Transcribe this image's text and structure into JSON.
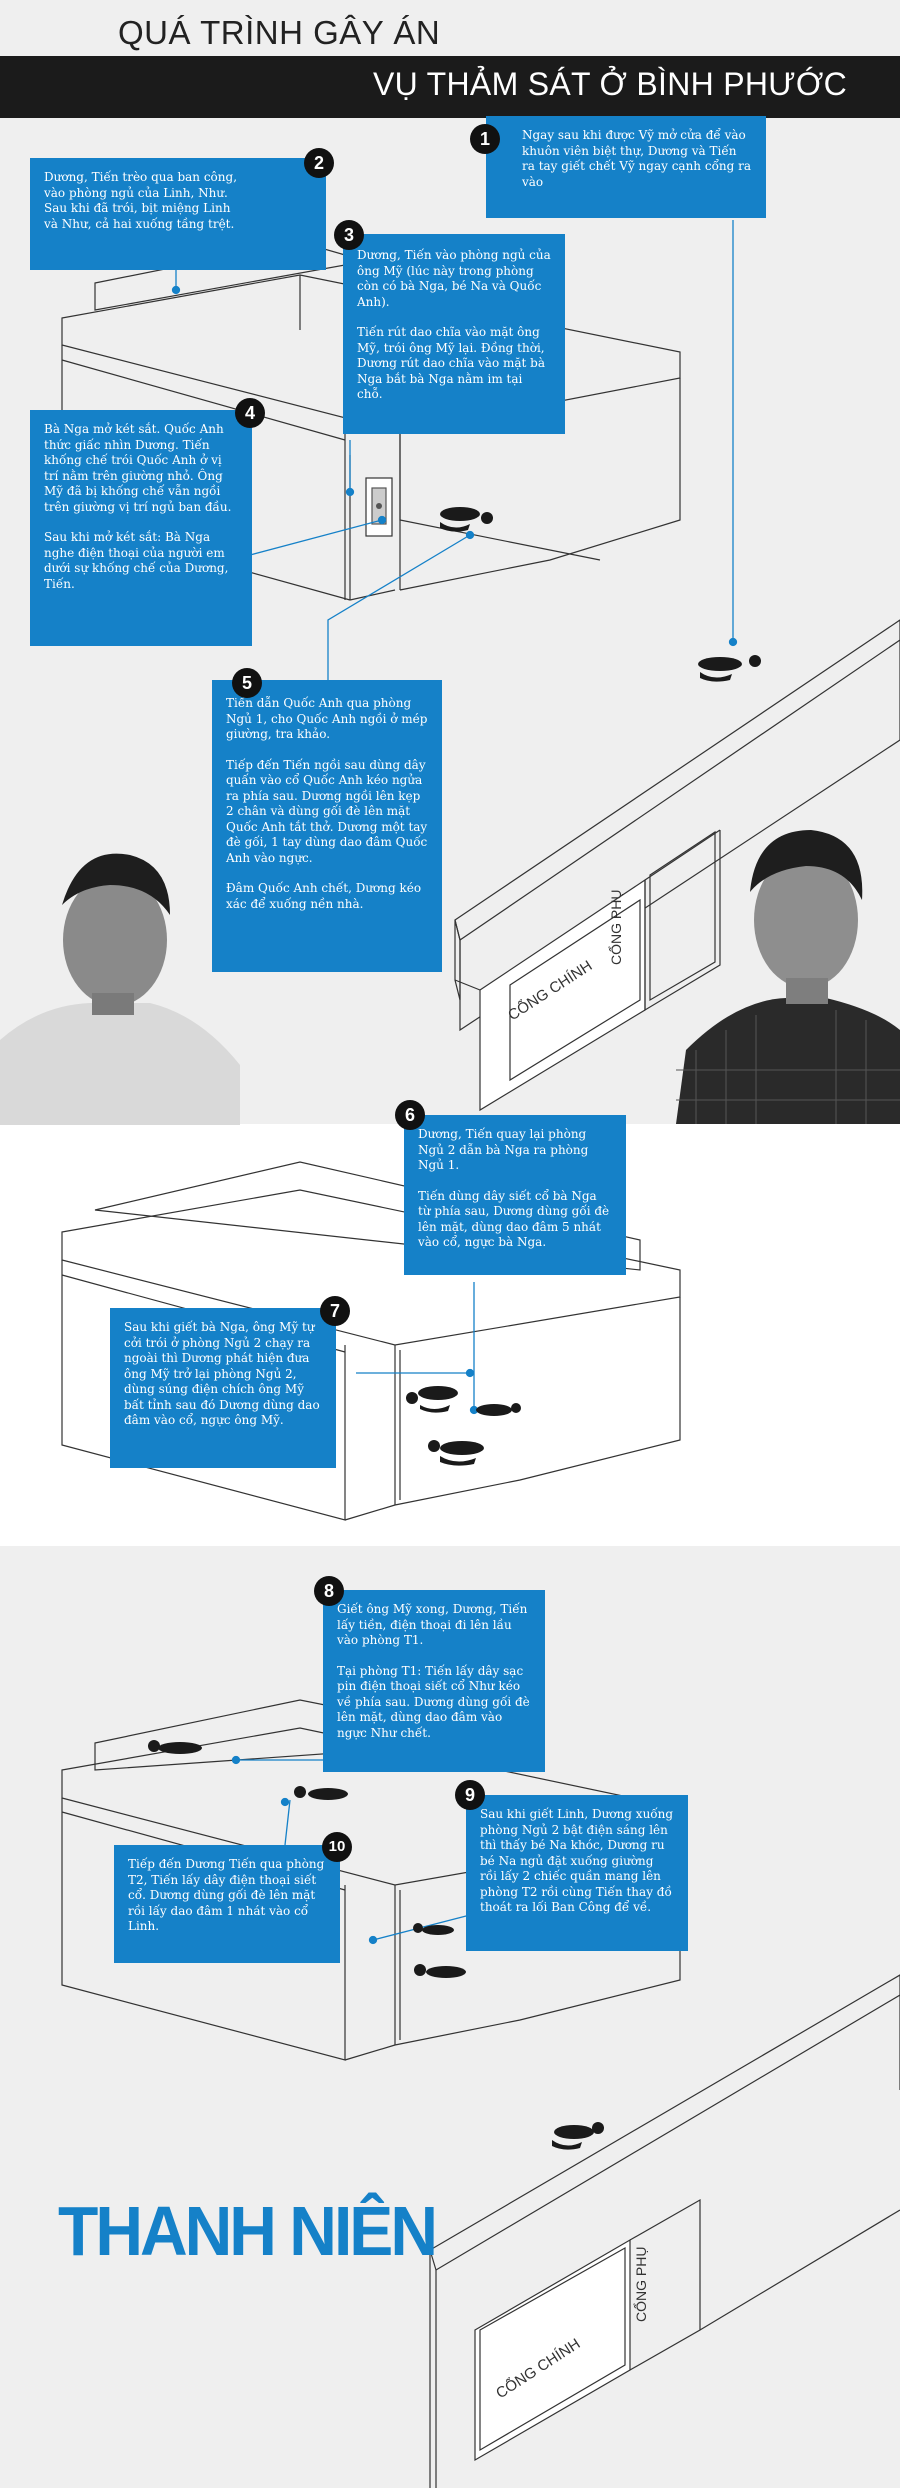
{
  "header": {
    "title_line1": "QUÁ TRÌNH GÂY ÁN",
    "title_line2": "VỤ THẢM SÁT Ở BÌNH PHƯỚC"
  },
  "steps": [
    {
      "number": "1",
      "paragraphs": [
        "Ngay sau khi được Vỹ mở cửa để vào khuôn viên biệt thự, Dương và Tiến ra tay giết chết Vỹ ngay cạnh cổng ra vào"
      ]
    },
    {
      "number": "2",
      "paragraphs": [
        "Dương, Tiến trèo qua ban công, vào phòng ngủ của Linh, Như. Sau khi đã trói, bịt miệng Linh và Như, cả hai xuống tầng trệt."
      ]
    },
    {
      "number": "3",
      "paragraphs": [
        "Dương, Tiến vào phòng ngủ của ông Mỹ (lúc này trong phòng còn có bà Nga, bé Na và Quốc Anh).",
        "Tiến rút dao chĩa vào mặt ông Mỹ, trói ông Mỹ lại. Đồng thời, Dương rút dao chĩa vào mặt bà Nga bắt bà Nga nằm im tại chỗ."
      ]
    },
    {
      "number": "4",
      "paragraphs": [
        "Bà Nga mở két sắt. Quốc Anh thức giấc nhìn Dương. Tiến khống chế trói Quốc Anh ở vị trí nằm trên giường nhỏ. Ông Mỹ đã bị khống chế vẫn ngồi trên giường vị trí ngủ ban đầu.",
        "Sau khi mở két sắt: Bà Nga nghe điện thoại của người em dưới sự khống chế của Dương, Tiến."
      ]
    },
    {
      "number": "5",
      "paragraphs": [
        "Tiến dẫn Quốc Anh qua phòng Ngủ 1, cho Quốc Anh ngồi ở mép giường, tra khảo.",
        "Tiếp đến Tiến ngồi sau dùng dây quấn vào cổ Quốc Anh kéo ngửa ra phía sau. Dương ngồi lên kẹp 2 chân và dùng gối đè lên mặt Quốc Anh tắt thở. Dương một tay đè gối, 1 tay dùng dao đâm Quốc Anh vào ngực.",
        "Đâm Quốc Anh chết, Dương kéo xác để xuống nền nhà."
      ]
    },
    {
      "number": "6",
      "paragraphs": [
        "Dương, Tiến quay lại phòng Ngủ 2 dẫn bà Nga ra phòng Ngủ 1.",
        "Tiến dùng dây siết cổ bà Nga từ phía sau, Dương dùng gối đè lên mặt, dùng dao đâm 5 nhát vào cổ, ngực bà Nga."
      ]
    },
    {
      "number": "7",
      "paragraphs": [
        "Sau khi giết bà Nga, ông Mỹ tự cởi trói ở phòng Ngủ 2 chạy ra ngoài thì Dương phát hiện đưa ông Mỹ trở lại phòng Ngủ 2, dùng súng điện chích ông Mỹ bất tỉnh sau đó Dương dùng dao đâm vào cổ, ngực ông Mỹ."
      ]
    },
    {
      "number": "8",
      "paragraphs": [
        "Giết ông Mỹ xong, Dương, Tiến lấy tiền, điện thoại đi lên lầu vào phòng T1.",
        "Tại phòng T1: Tiến lấy dây sạc pin điện thoại siết cổ Như kéo về phía sau. Dương dùng gối đè lên mặt, dùng dao đâm vào ngực Như chết."
      ]
    },
    {
      "number": "9",
      "paragraphs": [
        "Sau khi giết Linh, Dương xuống phòng Ngủ 2 bật điện sáng lên thì thấy bé Na khóc, Dương ru bé Na ngủ đặt xuống giường rồi lấy 2 chiếc quần mang lên phòng T2 rồi cùng Tiến thay đồ thoát ra lối Ban Công để về."
      ]
    },
    {
      "number": "10",
      "paragraphs": [
        "Tiếp đến Dương Tiến qua phòng T2, Tiến lấy dây điện thoại siết cổ. Dương dùng gối đè lên mặt rồi lấy dao đâm 1 nhát vào cổ Linh."
      ]
    }
  ],
  "gate_labels": {
    "gate_main_1": "CỔNG CHÍNH",
    "gate_side_1": "CỔNG PHỤ",
    "gate_main_2": "CỔNG CHÍNH",
    "gate_side_2": "CỔNG PHỤ"
  },
  "logo": {
    "text": "THANH NIÊN"
  },
  "colors": {
    "accent": "#1581c8",
    "title_bar": "#1b1b1b",
    "background": "#efefef"
  }
}
